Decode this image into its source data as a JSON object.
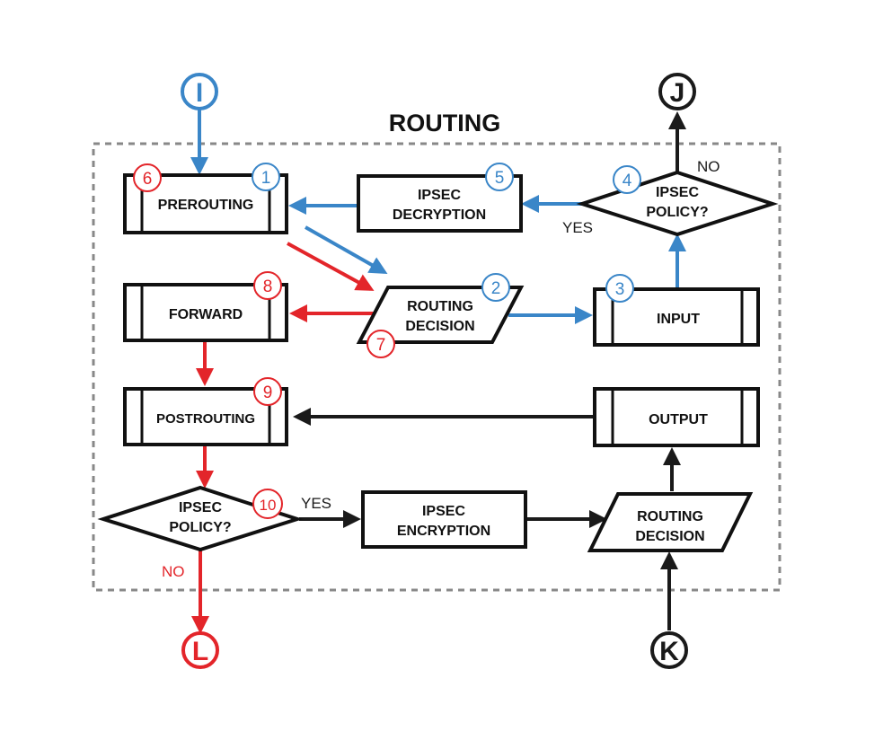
{
  "title": "ROUTING",
  "colors": {
    "blue": "#3a86c8",
    "red": "#e3252a",
    "black": "#1a1a1a"
  },
  "connectors": {
    "i": "I",
    "j": "J",
    "k": "K",
    "l": "L"
  },
  "boxes": {
    "prerouting": "PREROUTING",
    "ipsec_decryption": [
      "IPSEC",
      "DECRYPTION"
    ],
    "forward": "FORWARD",
    "routing_decision_top": [
      "ROUTING",
      "DECISION"
    ],
    "input": "INPUT",
    "postrouting": "POSTROUTING",
    "output": "OUTPUT",
    "ipsec_encryption": [
      "IPSEC",
      "ENCRYPTION"
    ],
    "routing_decision_bottom": [
      "ROUTING",
      "DECISION"
    ]
  },
  "diamonds": {
    "ipsec_policy_top": [
      "IPSEC",
      "POLICY?"
    ],
    "ipsec_policy_bottom": [
      "IPSEC",
      "POLICY?"
    ]
  },
  "edge_labels": {
    "yes_top": "YES",
    "no_top": "NO",
    "yes_bottom": "YES",
    "no_bottom": "NO"
  },
  "badges": [
    "1",
    "2",
    "3",
    "4",
    "5",
    "6",
    "7",
    "8",
    "9",
    "10"
  ]
}
